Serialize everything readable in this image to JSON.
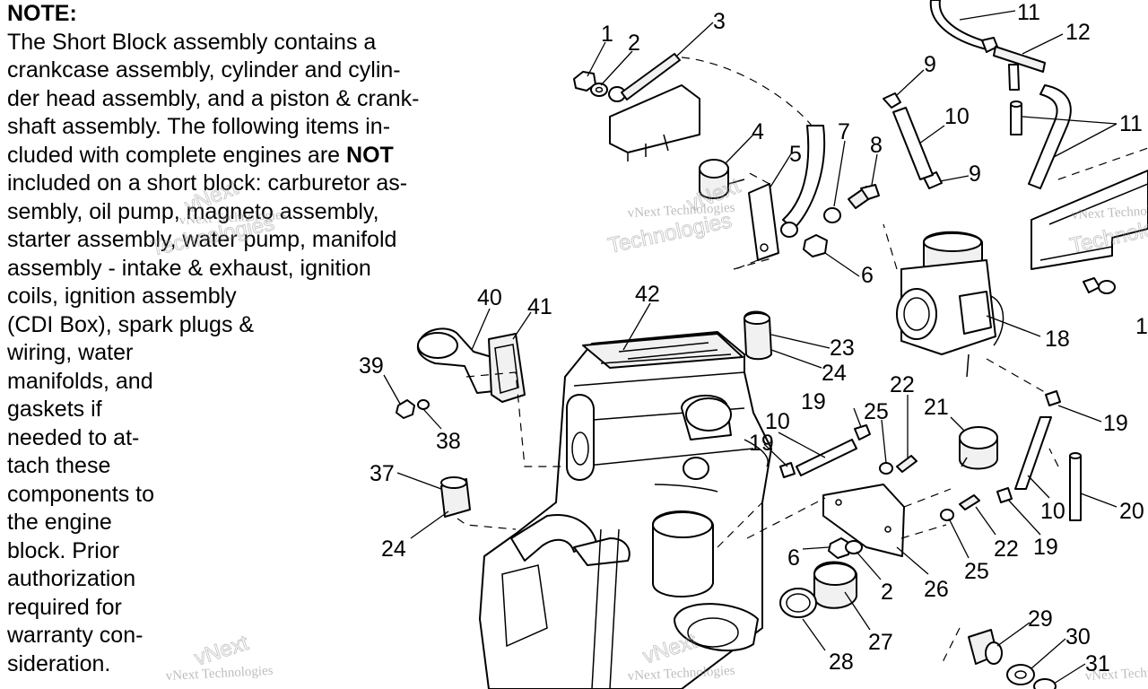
{
  "note": {
    "heading": "NOTE:",
    "lines": [
      "The Short Block assembly contains a",
      "crankcase assembly, cylinder and cylin-",
      "der head assembly, and a piston & crank-",
      "shaft assembly.  The following items in-",
      "cluded with complete engines are",
      "included on a short block:  carburetor as-",
      "sembly, oil pump, magneto assembly,",
      "starter assembly, water pump, manifold",
      "assembly - intake & exhaust, ignition",
      "coils, ignition assembly",
      "(CDI Box), spark plugs &",
      "wiring, water",
      "manifolds, and",
      "gaskets if",
      "needed to at-",
      "tach these",
      "components to",
      "the engine",
      "block.  Prior",
      "authorization",
      "required for",
      "warranty con-",
      "sideration."
    ],
    "emphasis": "NOT"
  },
  "callouts": [
    "1",
    "2",
    "3",
    "4",
    "5",
    "6",
    "7",
    "8",
    "9",
    "10",
    "9",
    "11",
    "12",
    "11",
    "1",
    "18",
    "19",
    "19",
    "10",
    "19",
    "25",
    "22",
    "21",
    "19",
    "10",
    "20",
    "22",
    "25",
    "19",
    "26",
    "6",
    "2",
    "27",
    "28",
    "29",
    "30",
    "31",
    "23",
    "24",
    "40",
    "41",
    "42",
    "39",
    "38",
    "37",
    "24"
  ],
  "watermarks": {
    "line1": "vNext Technologies",
    "line2": "Technologies",
    "short": "vNext"
  }
}
